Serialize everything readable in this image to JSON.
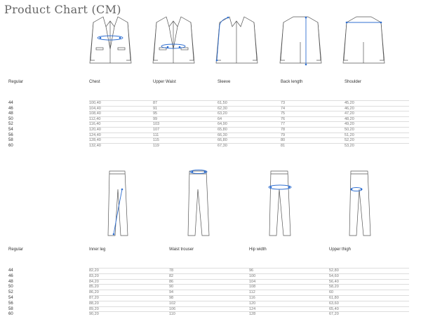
{
  "title": "Product Chart (CM)",
  "colors": {
    "accent": "#2f6fd1",
    "line": "#555555"
  },
  "jacket": {
    "headers": [
      "Regular",
      "Chest",
      "Upper Waist",
      "Sleeve",
      "Back length",
      "Shoulder"
    ],
    "illustrations": [
      "jacket-chest-icon",
      "jacket-upper-waist-icon",
      "jacket-sleeve-icon",
      "jacket-back-length-icon",
      "jacket-shoulder-icon"
    ],
    "rows": [
      [
        "44",
        "100,40",
        "87",
        "61,50",
        "73",
        "45,20"
      ],
      [
        "46",
        "104,40",
        "91",
        "62,30",
        "74",
        "46,20"
      ],
      [
        "48",
        "108,40",
        "95",
        "63,20",
        "75",
        "47,20"
      ],
      [
        "50",
        "112,40",
        "99",
        "64",
        "76",
        "48,20"
      ],
      [
        "52",
        "116,40",
        "103",
        "64,90",
        "77",
        "49,20"
      ],
      [
        "54",
        "120,40",
        "107",
        "65,80",
        "78",
        "50,20"
      ],
      [
        "56",
        "124,40",
        "111",
        "66,30",
        "79",
        "51,20"
      ],
      [
        "58",
        "128,40",
        "115",
        "66,80",
        "80",
        "52,20"
      ],
      [
        "60",
        "132,40",
        "119",
        "67,30",
        "81",
        "53,20"
      ]
    ]
  },
  "trouser": {
    "headers": [
      "Regular",
      "Inner leg",
      "Waist trouser",
      "Hip width",
      "Upper thigh"
    ],
    "illustrations": [
      "trouser-inner-leg-icon",
      "trouser-waist-icon",
      "trouser-hip-icon",
      "trouser-thigh-icon"
    ],
    "rows": [
      [
        "44",
        "82,20",
        "78",
        "96",
        "52,80"
      ],
      [
        "46",
        "83,20",
        "82",
        "100",
        "54,60"
      ],
      [
        "48",
        "84,20",
        "86",
        "104",
        "56,40"
      ],
      [
        "50",
        "85,20",
        "90",
        "108",
        "58,20"
      ],
      [
        "52",
        "86,20",
        "94",
        "112",
        "60"
      ],
      [
        "54",
        "87,20",
        "98",
        "116",
        "61,80"
      ],
      [
        "56",
        "88,20",
        "102",
        "120",
        "63,60"
      ],
      [
        "58",
        "89,20",
        "106",
        "124",
        "65,40"
      ],
      [
        "60",
        "90,20",
        "110",
        "128",
        "67,20"
      ]
    ]
  }
}
